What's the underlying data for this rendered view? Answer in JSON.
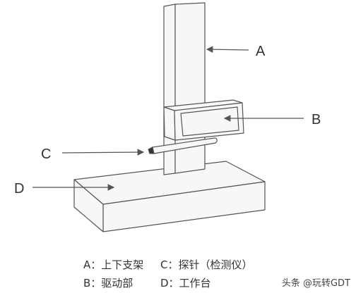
{
  "callouts": {
    "a": "A",
    "b": "B",
    "c": "C",
    "d": "D"
  },
  "legend": {
    "a": "A：上下支架",
    "c": "C：探针（检测仪）",
    "b": "B：驱动部",
    "d": "D：工作台"
  },
  "watermark": "头条 @玩转GDT",
  "colors": {
    "stroke": "#555555",
    "fill": "#f7f7f7",
    "text": "#333333"
  }
}
